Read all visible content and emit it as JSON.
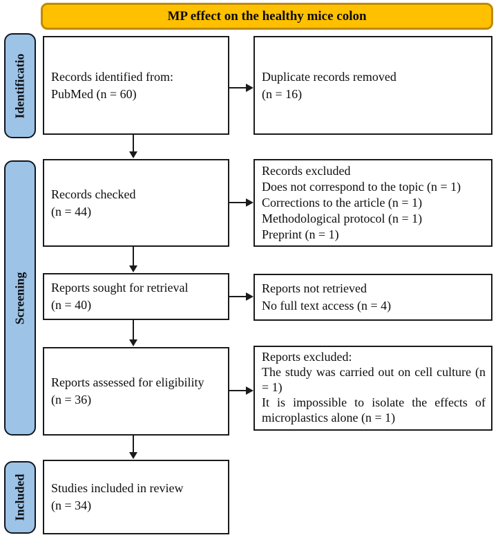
{
  "title": {
    "label": "MP effect on the healthy mice colon"
  },
  "palette": {
    "title_fill": "#FFC000",
    "title_border": "#C08A00",
    "stage_fill": "#9DC3E6",
    "stage_border": "#10161F",
    "box_fill": "#FFFFFF",
    "box_border": "#1A1A1A",
    "arrow": "#1A1A1A",
    "text": "#0D0D0D"
  },
  "stages": [
    {
      "label": "Identificatio"
    },
    {
      "label": "Screening"
    },
    {
      "label": "Included"
    }
  ],
  "boxes": {
    "records_identified": {
      "lines": [
        "Records identified from:",
        "PubMed (n = 60)"
      ]
    },
    "duplicates_removed": {
      "lines": [
        "Duplicate records removed",
        "(n = 16)"
      ]
    },
    "records_checked": {
      "lines": [
        "Records checked",
        "(n = 44)"
      ]
    },
    "records_excluded": {
      "lines": [
        "Records excluded",
        "Does not correspond to the topic (n = 1)",
        "Corrections to the article (n = 1)",
        "Methodological protocol (n = 1)",
        "Preprint (n = 1)"
      ]
    },
    "reports_sought": {
      "lines": [
        "Reports sought for retrieval",
        "(n = 40)"
      ]
    },
    "reports_not_retrieved": {
      "lines": [
        "Reports not retrieved",
        "No full text access (n = 4)"
      ]
    },
    "reports_assessed": {
      "lines": [
        "Reports assessed for eligibility",
        "(n = 36)"
      ]
    },
    "reports_excluded": {
      "lines": [
        "Reports excluded:",
        "The study was carried out on cell culture (n = 1)",
        "It is impossible to isolate the effects of microplastics alone (n = 1)"
      ]
    },
    "studies_included": {
      "lines": [
        "Studies included in review",
        "(n = 34)"
      ]
    }
  }
}
